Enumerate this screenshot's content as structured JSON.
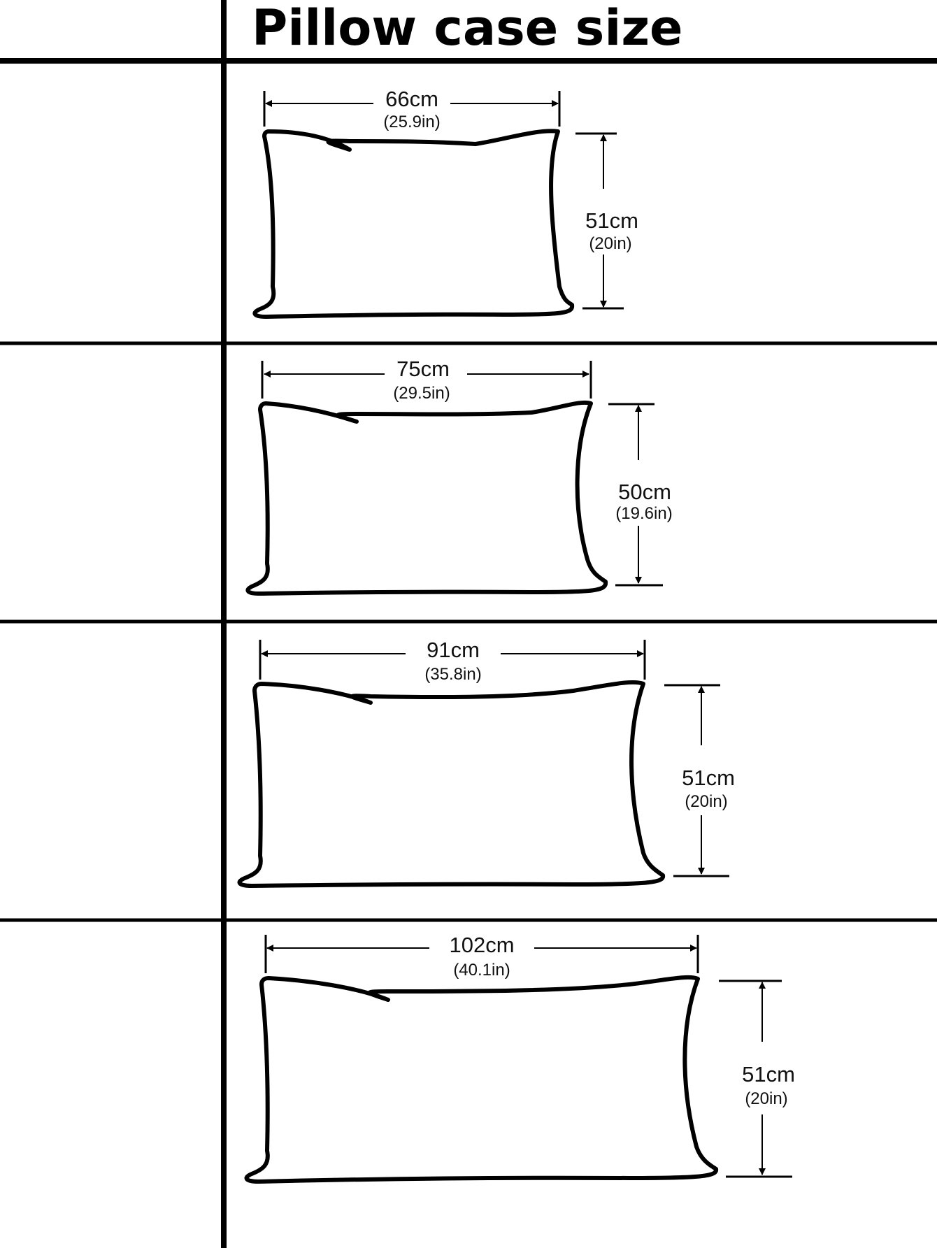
{
  "title": "Pillow case size",
  "sizes": [
    {
      "width_cm": "66cm",
      "width_in": "(25.9in)",
      "height_cm": "51cm",
      "height_in": "(20in)"
    },
    {
      "width_cm": "75cm",
      "width_in": "(29.5in)",
      "height_cm": "50cm",
      "height_in": "(19.6in)"
    },
    {
      "width_cm": "91cm",
      "width_in": "(35.8in)",
      "height_cm": "51cm",
      "height_in": "(20in)"
    },
    {
      "width_cm": "102cm",
      "width_in": "(40.1in)",
      "height_cm": "51cm",
      "height_in": "(20in)"
    }
  ],
  "colors": {
    "line": "#000000",
    "text": "#111111",
    "background": "#ffffff"
  }
}
